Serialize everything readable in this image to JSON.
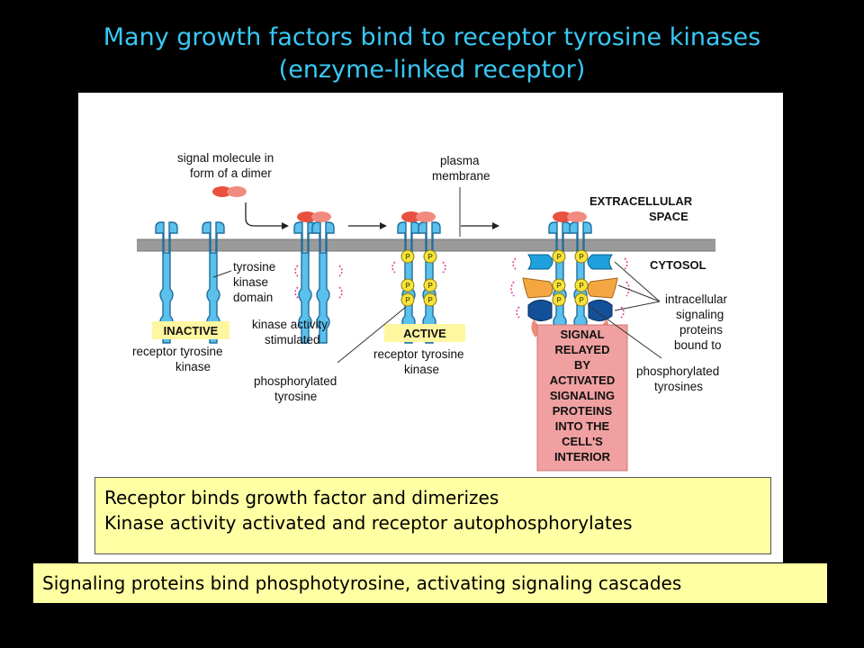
{
  "title": {
    "line1": "Many growth factors bind to receptor tyrosine kinases",
    "line2": "(enzyme-linked receptor)"
  },
  "diagram": {
    "signal_molecule": [
      "signal molecule in",
      "form of a dimer"
    ],
    "plasma_membrane": [
      "plasma",
      "membrane"
    ],
    "extracellular": [
      "EXTRACELLULAR",
      "SPACE"
    ],
    "cytosol": "CYTOSOL",
    "kinase_domain": [
      "tyrosine",
      "kinase",
      "domain"
    ],
    "inactive": "INACTIVE",
    "active": "ACTIVE",
    "kinase_stimulated": [
      "kinase activity",
      "stimulated"
    ],
    "receptor_kinase_1": [
      "receptor tyrosine",
      "kinase"
    ],
    "receptor_kinase_2": [
      "receptor tyrosine",
      "kinase"
    ],
    "phosphorylated_tyrosine": [
      "phosphorylated",
      "tyrosine"
    ],
    "intracellular_proteins": [
      "intracellular",
      "signaling",
      "proteins",
      "bound to"
    ],
    "phosphorylated_tyrosines": [
      "phosphorylated",
      "tyrosines"
    ],
    "signal_relayed": [
      "SIGNAL",
      "RELAYED",
      "BY",
      "ACTIVATED",
      "SIGNALING",
      "PROTEINS",
      "INTO THE",
      "CELL'S",
      "INTERIOR"
    ],
    "phospho_label": "P"
  },
  "box1": {
    "line1": "Receptor binds growth factor and dimerizes",
    "line2": "Kinase activity activated and receptor autophosphorylates"
  },
  "box2": {
    "text": "Signaling proteins bind phosphotyrosine, activating signaling cascades"
  }
}
